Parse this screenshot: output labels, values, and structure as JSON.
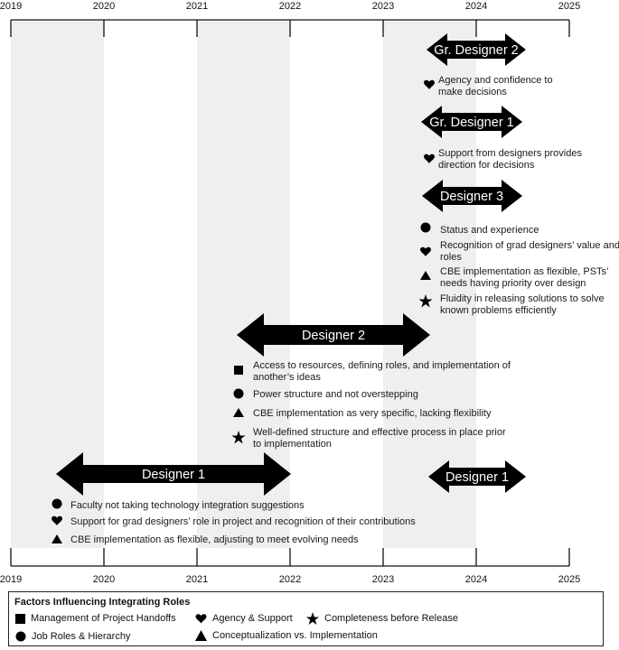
{
  "years": [
    "2019",
    "2020",
    "2021",
    "2022",
    "2023",
    "2024",
    "2025"
  ],
  "roles": [
    {
      "label": "Gr. Designer 2",
      "factors": [
        {
          "icon": "heart-icon",
          "lines": [
            "Agency and confidence to",
            "make decisions"
          ]
        }
      ]
    },
    {
      "label": "Gr. Designer 1",
      "factors": [
        {
          "icon": "heart-icon",
          "lines": [
            "Support from designers provides",
            "direction for decisions"
          ]
        }
      ]
    },
    {
      "label": "Designer 3",
      "factors": [
        {
          "icon": "circle-icon",
          "lines": [
            "Status and experience"
          ]
        },
        {
          "icon": "heart-icon",
          "lines": [
            "Recognition of grad designers’ value and",
            "roles"
          ]
        },
        {
          "icon": "triangle-icon",
          "lines": [
            "CBE implementation as flexible, PSTs’",
            "needs having priority over design"
          ]
        },
        {
          "icon": "star-icon",
          "lines": [
            "Fluidity in releasing solutions to solve",
            "known problems efficiently"
          ]
        }
      ]
    },
    {
      "label": "Designer 2",
      "factors": [
        {
          "icon": "square-icon",
          "lines": [
            "Access to resources, defining roles, and implementation of",
            "another’s ideas"
          ]
        },
        {
          "icon": "circle-icon",
          "lines": [
            "Power structure and not overstepping"
          ]
        },
        {
          "icon": "triangle-icon",
          "lines": [
            "CBE implementation as very specific, lacking flexibility"
          ]
        },
        {
          "icon": "star-icon",
          "lines": [
            "Well-defined structure and effective process in place prior",
            "to implementation"
          ]
        }
      ]
    },
    {
      "label": "Designer 1",
      "factors": [
        {
          "icon": "circle-icon",
          "lines": [
            "Faculty not taking technology integration suggestions"
          ]
        },
        {
          "icon": "heart-icon",
          "lines": [
            "Support for grad designers’ role in project and recognition of their contributions"
          ]
        },
        {
          "icon": "triangle-icon",
          "lines": [
            "CBE implementation as flexible, adjusting to meet evolving needs"
          ]
        }
      ]
    },
    {
      "label": "Designer 1",
      "factors": []
    }
  ],
  "legend": {
    "title": "Factors Influencing Integrating Roles",
    "items": [
      {
        "icon": "square-icon",
        "label": "Management of Project Handoffs"
      },
      {
        "icon": "heart-icon",
        "label": "Agency & Support"
      },
      {
        "icon": "star-icon",
        "label": "Completeness before Release"
      },
      {
        "icon": "circle-icon",
        "label": "Job Roles & Hierarchy"
      },
      {
        "icon": "triangle-icon",
        "label": "Conceptualization vs. Implementation"
      }
    ]
  }
}
